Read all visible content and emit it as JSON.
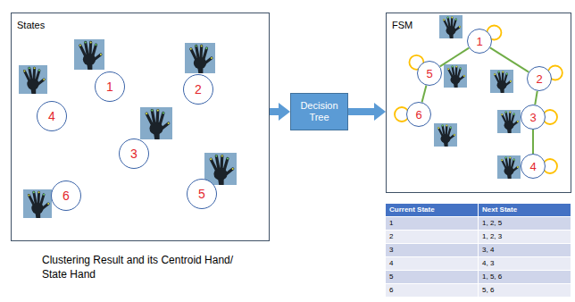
{
  "diagram": {
    "caption": "Clustering Result and its Centroid Hand/ State Hand",
    "nodes": [
      {
        "text": [
          "States"
        ]
      },
      {
        "text": [
          "1"
        ],
        "in": 0
      },
      {
        "text": [
          "2"
        ],
        "in": 0
      },
      {
        "text": [
          "3"
        ],
        "in": 0
      },
      {
        "text": [
          "4"
        ],
        "in": 0
      },
      {
        "text": [
          "5"
        ],
        "in": 0
      },
      {
        "text": [
          "6"
        ],
        "in": 0
      },
      {
        "text": [
          "Decision Tree"
        ]
      },
      {
        "text": [
          "FSM"
        ]
      },
      {
        "text": [
          "1"
        ],
        "in": 8
      },
      {
        "text": [
          "2"
        ],
        "in": 8
      },
      {
        "text": [
          "3"
        ],
        "in": 8
      },
      {
        "text": [
          "4"
        ],
        "in": 8
      },
      {
        "text": [
          "5"
        ],
        "in": 8
      },
      {
        "text": [
          "6"
        ],
        "in": 8
      }
    ],
    "edges": [
      {
        "from": 0,
        "to": 7,
        "arrow": "to"
      },
      {
        "from": 7,
        "to": 8,
        "arrow": "to"
      },
      {
        "from": 9,
        "to": 10,
        "arrow": "none"
      },
      {
        "from": 10,
        "to": 11,
        "arrow": "none"
      },
      {
        "from": 11,
        "to": 12,
        "arrow": "none"
      },
      {
        "from": 9,
        "to": 13,
        "arrow": "none"
      },
      {
        "from": 13,
        "to": 14,
        "arrow": "none"
      }
    ],
    "labels": [
      "Current State",
      "Next State",
      "1",
      "1, 2, 5",
      "2",
      "1, 2, 3",
      "3",
      "3, 4",
      "4",
      "4, 3",
      "5",
      "1, 5, 6",
      "6",
      "5, 6"
    ]
  }
}
